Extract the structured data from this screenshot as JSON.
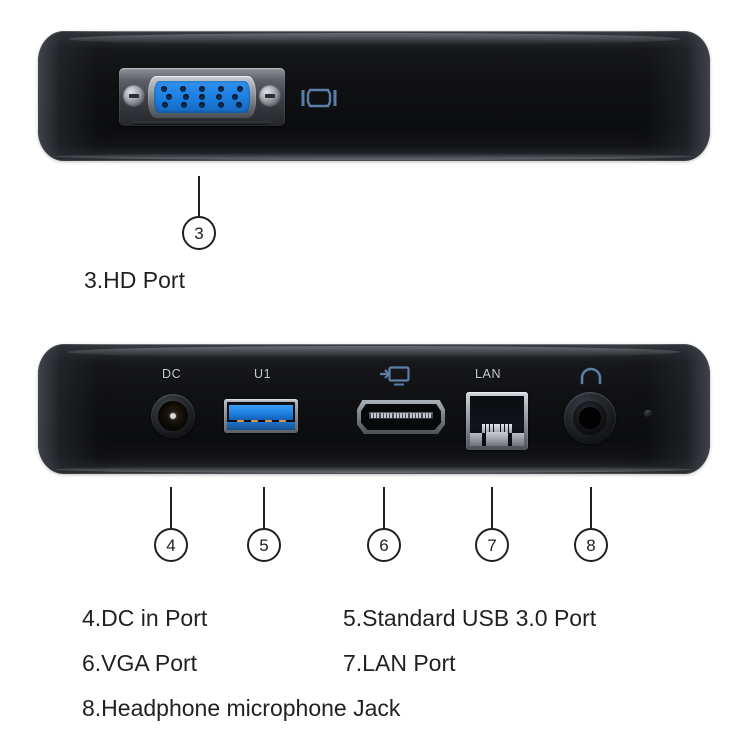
{
  "figure": {
    "kind": "product-port-diagram",
    "accent_blue": "#1f7fe2",
    "silk_label_color": "#c9ccd2",
    "icon_blue": "#5b7fa8",
    "body_black": "#101113",
    "text_color": "#231f20"
  },
  "top_view": {
    "name": "front-face-with-vga",
    "ports": [
      {
        "id": "vga",
        "kind": "vga-db15",
        "icon_name": "monitor-icon",
        "pin_rows": [
          5,
          5,
          5
        ]
      }
    ],
    "callouts": [
      {
        "number": "3"
      }
    ],
    "caption": "3.HD Port"
  },
  "bottom_view": {
    "name": "rear-face-with-io",
    "ports": [
      {
        "id": "dc",
        "label": "DC",
        "kind": "dc-barrel-jack"
      },
      {
        "id": "usb",
        "label": "U1",
        "kind": "usb-3-type-a"
      },
      {
        "id": "hdmi",
        "label": "",
        "kind": "hdmi",
        "icon_name": "display-input-icon"
      },
      {
        "id": "lan",
        "label": "LAN",
        "kind": "rj45-ethernet"
      },
      {
        "id": "audio",
        "label": "",
        "kind": "audio-jack-3.5mm",
        "icon_name": "headphone-icon"
      },
      {
        "id": "reset",
        "label": "",
        "kind": "reset-pinhole"
      }
    ],
    "callouts": [
      {
        "number": "4"
      },
      {
        "number": "5"
      },
      {
        "number": "6"
      },
      {
        "number": "7"
      },
      {
        "number": "8"
      }
    ],
    "captions": [
      {
        "left": "4.DC in Port",
        "right": "5.Standard USB 3.0 Port"
      },
      {
        "left": "6.VGA Port",
        "right": "7.LAN Port"
      },
      {
        "left": "8.Headphone microphone Jack",
        "right": ""
      }
    ]
  }
}
